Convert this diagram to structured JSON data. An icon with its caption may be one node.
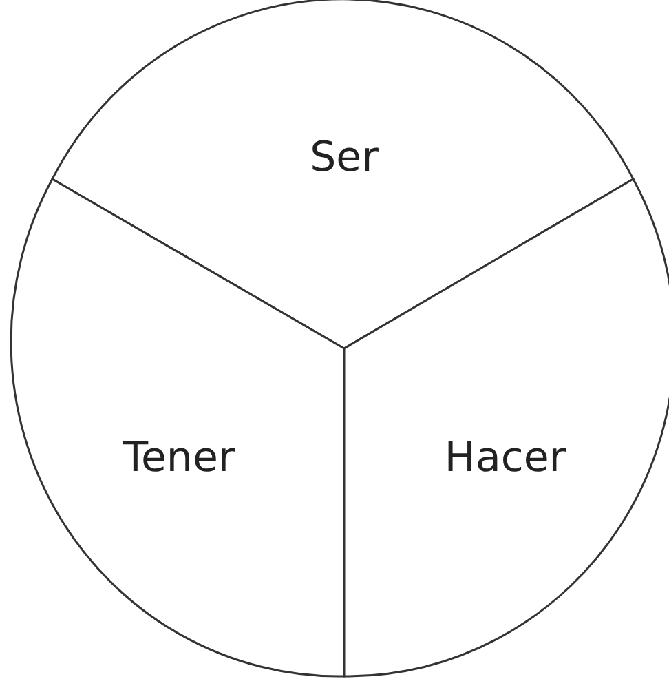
{
  "diagram": {
    "nodes": [
      {
        "text": [
          "Ser"
        ]
      },
      {
        "text": [
          "Tener"
        ]
      },
      {
        "text": [
          "Hacer"
        ]
      }
    ]
  }
}
